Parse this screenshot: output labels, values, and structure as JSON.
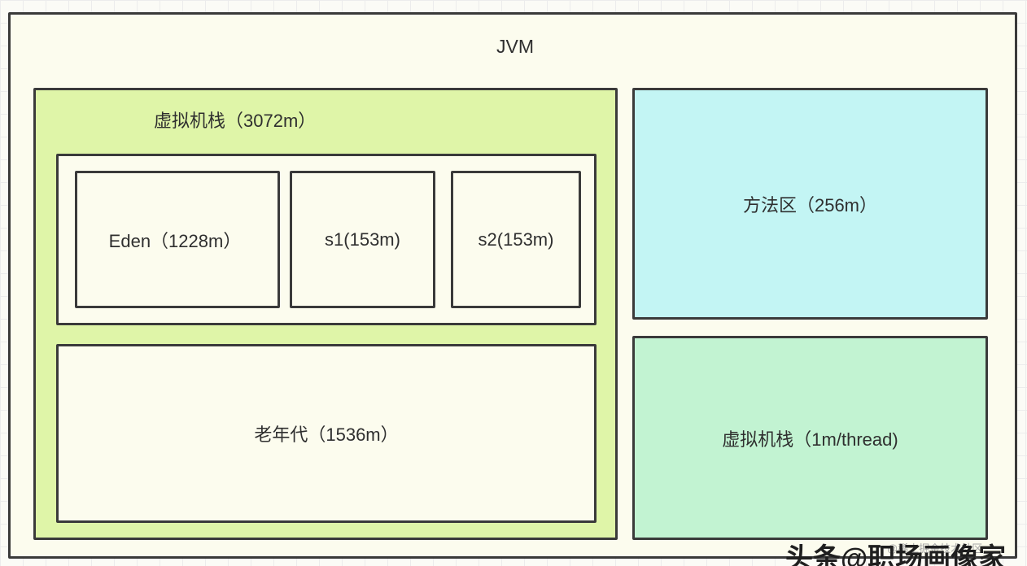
{
  "jvm": {
    "title": "JVM"
  },
  "heap": {
    "title": "虚拟机栈（3072m）",
    "young": {
      "eden": "Eden（1228m）",
      "s1": "s1(153m)",
      "s2": "s2(153m)"
    },
    "old": "老年代（1536m）"
  },
  "method_area": "方法区（256m）",
  "stack": "虚拟机栈（1m/thread)",
  "watermark": {
    "main": "头条@职场画像家",
    "small": "@稀土掘金技术社区"
  },
  "colors": {
    "jvm_bg": "#fcfcee",
    "heap_bg": "#dff5a8",
    "method_area_bg": "#c3f5f4",
    "stack_bg": "#c2f3d2",
    "border": "#3a3a3a"
  }
}
